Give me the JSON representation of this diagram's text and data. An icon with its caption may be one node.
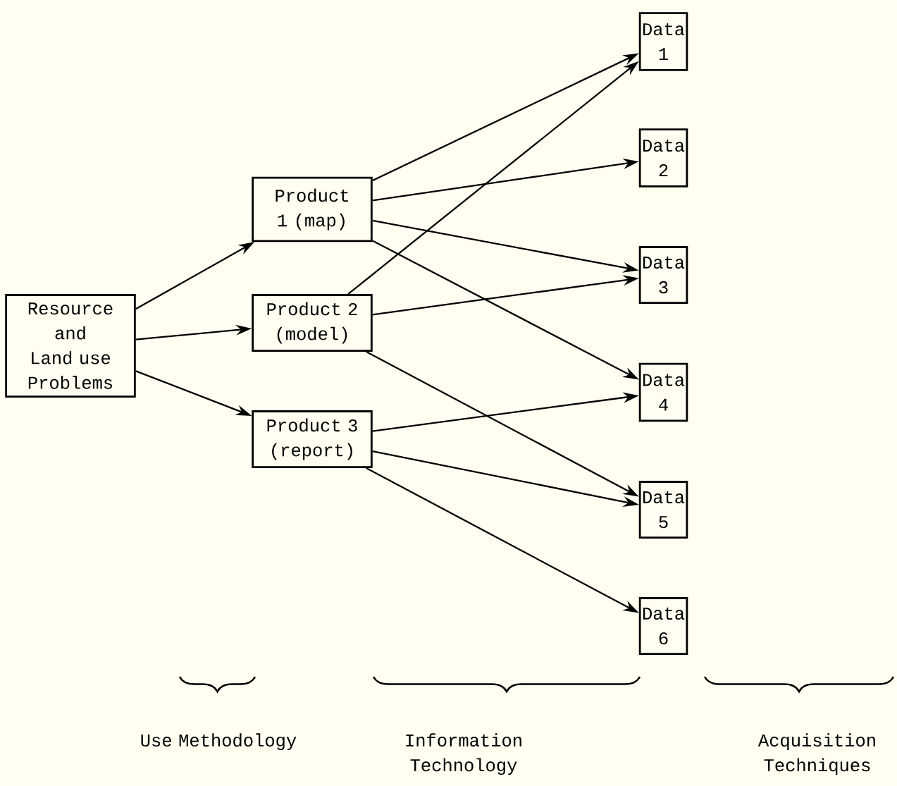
{
  "diagram": {
    "nodes": [
      {
        "text": [
          "Resource and Land use Problems"
        ]
      },
      {
        "text": [
          "Product 1 (map)"
        ]
      },
      {
        "text": [
          "Product 2 (model)"
        ]
      },
      {
        "text": [
          "Product 3 (report)"
        ]
      },
      {
        "text": [
          "Data 1"
        ]
      },
      {
        "text": [
          "Data 2"
        ]
      },
      {
        "text": [
          "Data 3"
        ]
      },
      {
        "text": [
          "Data 4"
        ]
      },
      {
        "text": [
          "Data 5"
        ]
      },
      {
        "text": [
          "Data 6"
        ]
      }
    ],
    "edges": [
      {
        "from": 0,
        "to": 1,
        "arrow": "to"
      },
      {
        "from": 0,
        "to": 2,
        "arrow": "to"
      },
      {
        "from": 0,
        "to": 3,
        "arrow": "to"
      },
      {
        "from": 1,
        "to": 4,
        "arrow": "to"
      },
      {
        "from": 1,
        "to": 5,
        "arrow": "to"
      },
      {
        "from": 1,
        "to": 6,
        "arrow": "to"
      },
      {
        "from": 1,
        "to": 7,
        "arrow": "to"
      },
      {
        "from": 2,
        "to": 4,
        "arrow": "to"
      },
      {
        "from": 2,
        "to": 6,
        "arrow": "to"
      },
      {
        "from": 2,
        "to": 8,
        "arrow": "to"
      },
      {
        "from": 3,
        "to": 7,
        "arrow": "to"
      },
      {
        "from": 3,
        "to": 8,
        "arrow": "to"
      },
      {
        "from": 3,
        "to": 9,
        "arrow": "to"
      }
    ],
    "labels": [
      "Use Methodology",
      "Information Technology",
      "Acquisition Techniques"
    ]
  }
}
